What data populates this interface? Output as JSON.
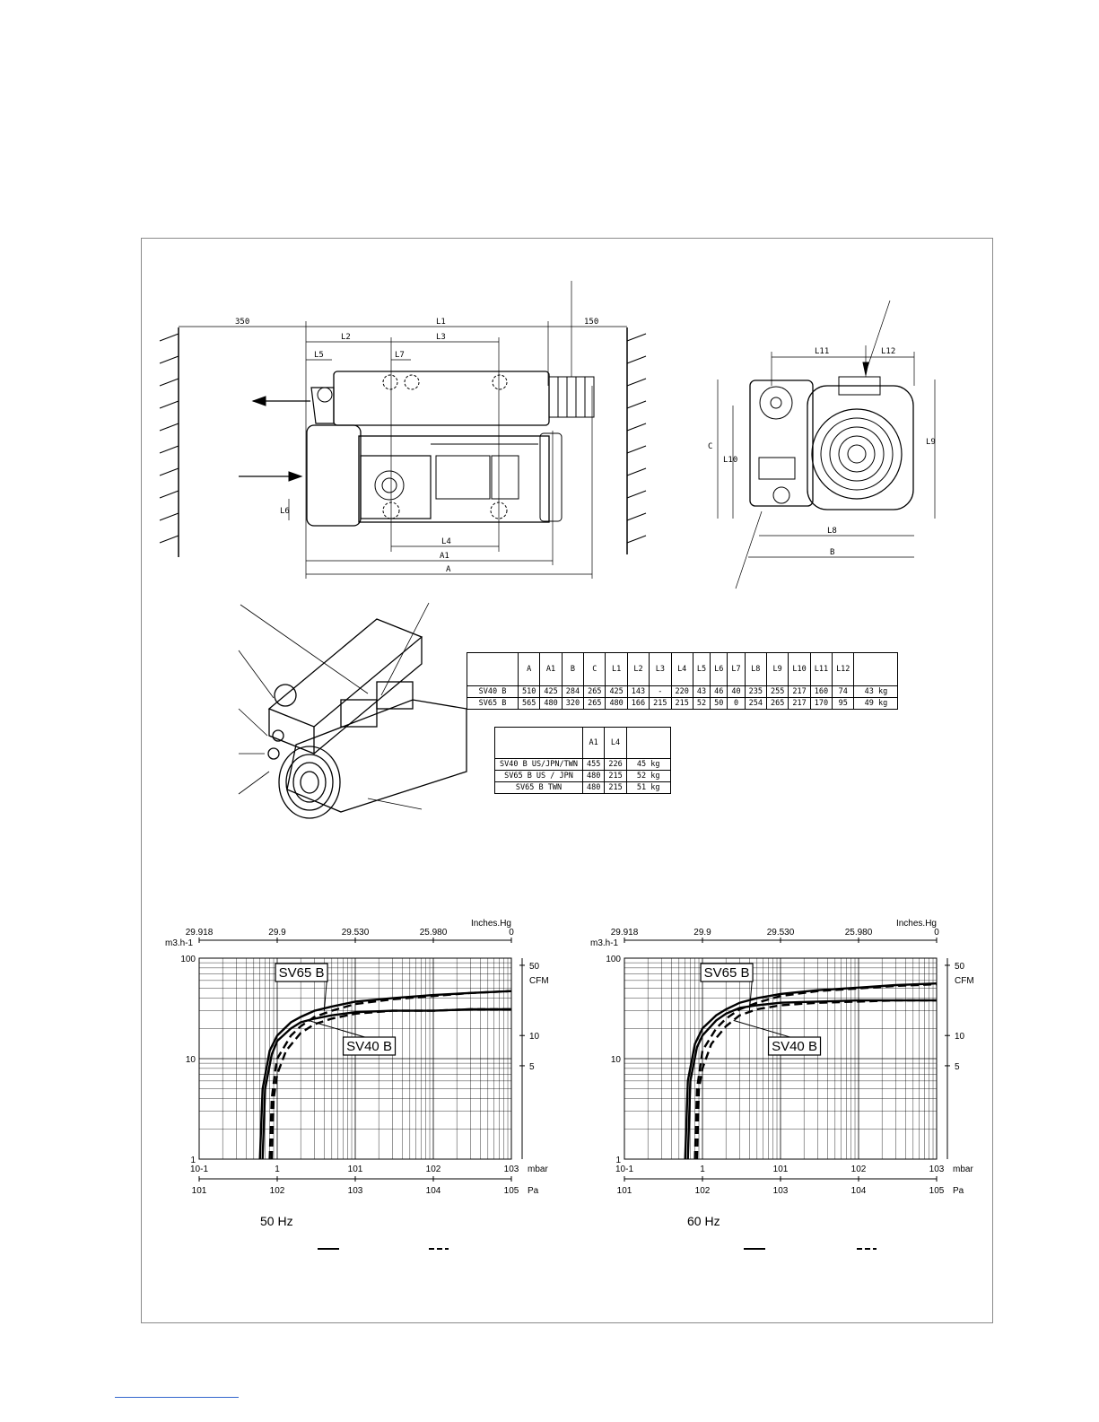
{
  "drawing": {
    "dimension_labels": [
      "350",
      "L1",
      "150",
      "L2",
      "L3",
      "L5",
      "L7",
      "L6",
      "L4",
      "A1",
      "A",
      "L11",
      "L12",
      "C",
      "L10",
      "L9",
      "L8",
      "B"
    ]
  },
  "dimension_table": {
    "headers": [
      "",
      "A",
      "A1",
      "B",
      "C",
      "L1",
      "L2",
      "L3",
      "L4",
      "L5",
      "L6",
      "L7",
      "L8",
      "L9",
      "L10",
      "L11",
      "L12",
      ""
    ],
    "rows": [
      {
        "model": "SV40 B",
        "values": [
          "510",
          "425",
          "284",
          "265",
          "425",
          "143",
          "-",
          "220",
          "43",
          "46",
          "40",
          "235",
          "255",
          "217",
          "160",
          "74"
        ],
        "mass": "43 kg"
      },
      {
        "model": "SV65 B",
        "values": [
          "565",
          "480",
          "320",
          "265",
          "480",
          "166",
          "215",
          "215",
          "52",
          "50",
          "0",
          "254",
          "265",
          "217",
          "170",
          "95"
        ],
        "mass": "49 kg"
      }
    ]
  },
  "variant_table": {
    "headers": [
      "",
      "A1",
      "L4",
      ""
    ],
    "rows": [
      {
        "model": "SV40 B US/JPN/TWN",
        "a1": "455",
        "l4": "226",
        "mass": "45 kg"
      },
      {
        "model": "SV65 B US / JPN",
        "a1": "480",
        "l4": "215",
        "mass": "52 kg"
      },
      {
        "model": "SV65 B TWN",
        "a1": "480",
        "l4": "215",
        "mass": "51 kg"
      }
    ]
  },
  "chart_data": [
    {
      "type": "line",
      "title": "50 Hz",
      "x_scale": "log",
      "y_scale": "log",
      "x_label": "mbar",
      "x2_label": "Pa",
      "top_label": "Inches.Hg",
      "y_label": "m3.h-1",
      "y2_label": "CFM",
      "xlim": [
        0.1,
        1000
      ],
      "ylim": [
        1,
        100
      ],
      "x_ticks": [
        "10-1",
        "1",
        "101",
        "102",
        "103"
      ],
      "x2_ticks": [
        "101",
        "102",
        "103",
        "104",
        "105"
      ],
      "top_ticks": [
        "29.918",
        "29.9",
        "29.530",
        "25.980",
        "0"
      ],
      "y_ticks": [
        "1",
        "10",
        "100"
      ],
      "y2_ticks": [
        "5",
        "10",
        "50"
      ],
      "series": [
        {
          "name": "SV65 B",
          "style": "solid",
          "x": [
            0.6,
            0.65,
            0.8,
            1,
            1.5,
            2,
            3,
            5,
            10,
            30,
            100,
            300,
            1000
          ],
          "y": [
            1,
            5,
            12,
            17,
            23,
            26,
            30,
            33,
            37,
            40,
            43,
            45,
            47
          ]
        },
        {
          "name": "SV65 B",
          "style": "dashed",
          "x": [
            0.8,
            0.85,
            0.95,
            1,
            1.5,
            2,
            3,
            5,
            10,
            30,
            100,
            300,
            1000
          ],
          "y": [
            1,
            4,
            8,
            10,
            17,
            21,
            26,
            30,
            35,
            39,
            42,
            45,
            47
          ]
        },
        {
          "name": "SV40 B",
          "style": "solid",
          "x": [
            0.65,
            0.7,
            0.85,
            1,
            1.5,
            2,
            3,
            5,
            10,
            30,
            100,
            300,
            1000
          ],
          "y": [
            1,
            5,
            11,
            15,
            20,
            23,
            25,
            27,
            29,
            30,
            30,
            31,
            31
          ]
        },
        {
          "name": "SV40 B",
          "style": "dashed",
          "x": [
            0.85,
            0.9,
            1,
            1.3,
            2,
            3,
            5,
            10,
            30,
            100,
            300,
            1000
          ],
          "y": [
            1,
            4,
            7,
            12,
            18,
            22,
            25,
            28,
            30,
            30,
            31,
            31
          ]
        }
      ],
      "labels": [
        "SV65 B",
        "SV40 B"
      ]
    },
    {
      "type": "line",
      "title": "60 Hz",
      "x_scale": "log",
      "y_scale": "log",
      "x_label": "mbar",
      "x2_label": "Pa",
      "top_label": "Inches.Hg",
      "y_label": "m3.h-1",
      "y2_label": "CFM",
      "xlim": [
        0.1,
        1000
      ],
      "ylim": [
        1,
        100
      ],
      "x_ticks": [
        "10-1",
        "1",
        "101",
        "102",
        "103"
      ],
      "x2_ticks": [
        "101",
        "102",
        "103",
        "104",
        "105"
      ],
      "top_ticks": [
        "29.918",
        "29.9",
        "29.530",
        "25.980",
        "0"
      ],
      "y_ticks": [
        "1",
        "10",
        "100"
      ],
      "y2_ticks": [
        "5",
        "10",
        "50"
      ],
      "series": [
        {
          "name": "SV65 B",
          "style": "solid",
          "x": [
            0.6,
            0.65,
            0.8,
            1,
            1.5,
            2,
            3,
            5,
            10,
            30,
            100,
            300,
            1000
          ],
          "y": [
            1,
            6,
            14,
            20,
            27,
            31,
            36,
            40,
            44,
            48,
            51,
            54,
            56
          ]
        },
        {
          "name": "SV65 B",
          "style": "dashed",
          "x": [
            0.8,
            0.85,
            0.95,
            1,
            1.5,
            2,
            3,
            5,
            10,
            30,
            100,
            300,
            1000
          ],
          "y": [
            1,
            5,
            9,
            12,
            20,
            25,
            31,
            36,
            42,
            47,
            50,
            53,
            55
          ]
        },
        {
          "name": "SV40 B",
          "style": "solid",
          "x": [
            0.65,
            0.7,
            0.85,
            1,
            1.5,
            2,
            3,
            5,
            10,
            30,
            100,
            300,
            1000
          ],
          "y": [
            1,
            6,
            13,
            17,
            24,
            28,
            32,
            34,
            36,
            37,
            38,
            38,
            38
          ]
        },
        {
          "name": "SV40 B",
          "style": "dashed",
          "x": [
            0.85,
            0.9,
            1,
            1.3,
            2,
            3,
            5,
            10,
            30,
            100,
            300,
            1000
          ],
          "y": [
            1,
            5,
            8,
            14,
            21,
            27,
            31,
            34,
            36,
            37,
            38,
            38
          ]
        }
      ],
      "labels": [
        "SV65 B",
        "SV40 B"
      ]
    }
  ]
}
